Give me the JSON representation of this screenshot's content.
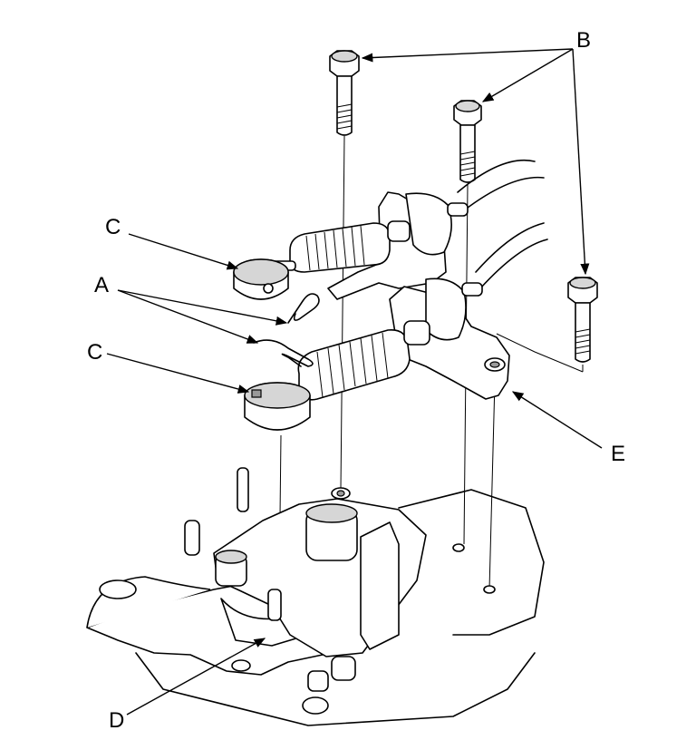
{
  "callouts": {
    "A": "A",
    "B": "B",
    "C_upper": "C",
    "C_lower": "C",
    "D": "D",
    "E": "E"
  }
}
